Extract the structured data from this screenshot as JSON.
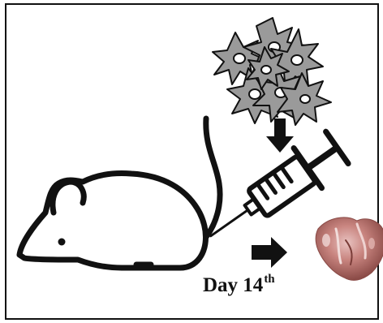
{
  "label": {
    "day_text": "Day 14",
    "day_suffix": "th"
  },
  "icons": {
    "cells": "cell-cluster-icon",
    "mouse": "mouse-icon",
    "syringe": "syringe-icon",
    "heart": "heart-tissue-image",
    "arrow_down": "arrow-down-icon",
    "arrow_right": "arrow-right-icon"
  },
  "colors": {
    "outline": "#111111",
    "cell_fill": "#9a9a9a",
    "cell_nucleus": "#ffffff",
    "heart_tissue": "#b86a66",
    "heart_highlight": "#e8c2c0"
  }
}
